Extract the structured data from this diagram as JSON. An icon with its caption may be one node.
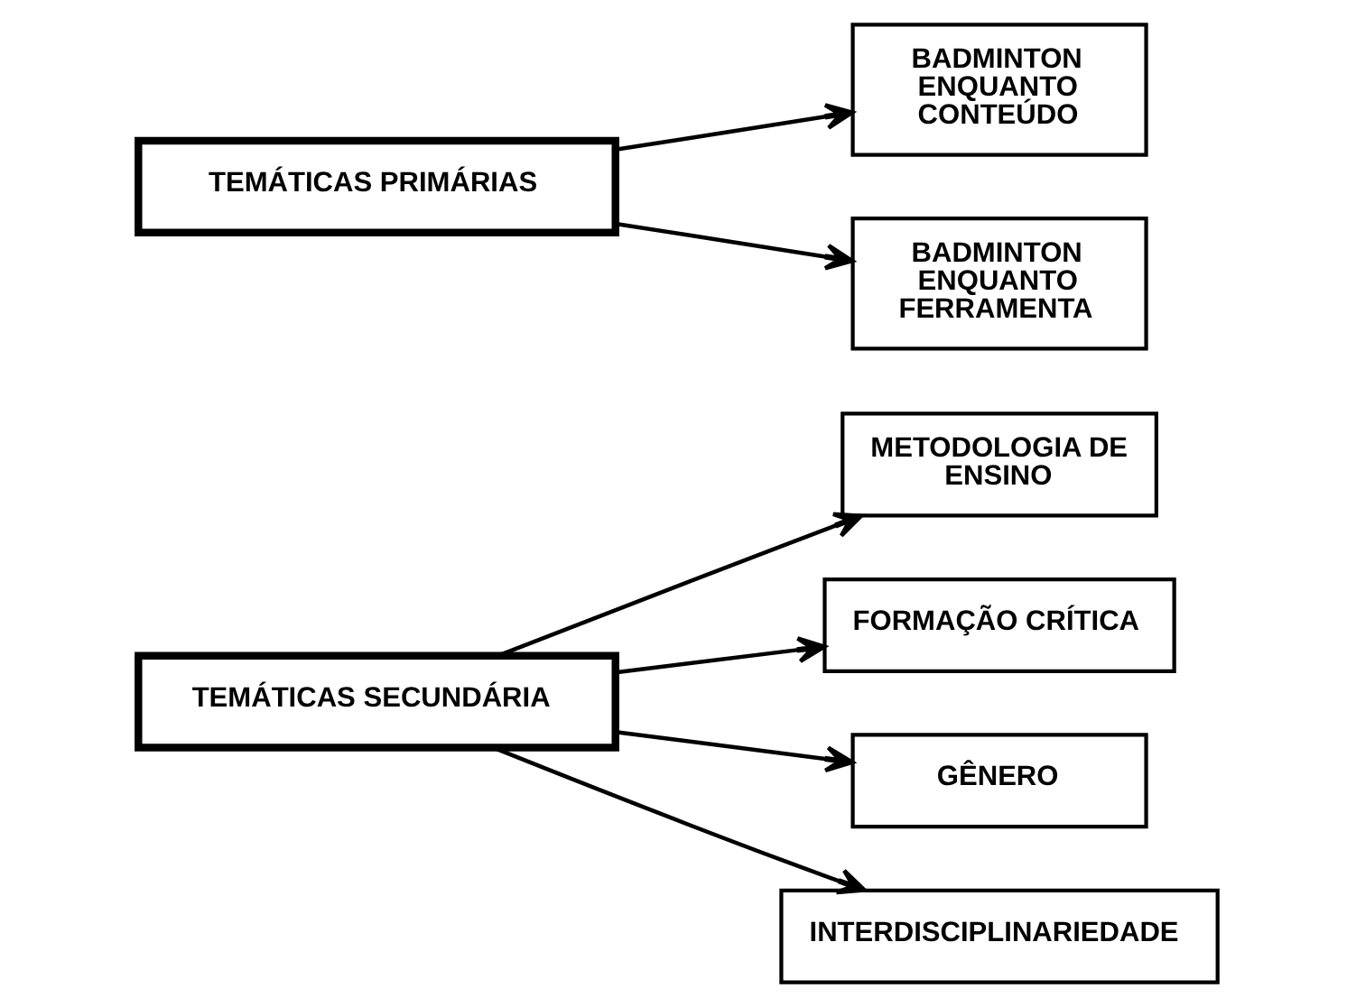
{
  "diagram": {
    "nodes": [
      {
        "text": [
          "TEMÁTICAS PRIMÁRIAS"
        ]
      },
      {
        "text": [
          "BADMINTON ENQUANTO CONTEÚDO"
        ]
      },
      {
        "text": [
          "BADMINTON ENQUANTO FERRAMENTA"
        ]
      },
      {
        "text": [
          "TEMÁTICAS SECUNDÁRIA"
        ]
      },
      {
        "text": [
          "METODOLOGIA DE ENSINO"
        ]
      },
      {
        "text": [
          "FORMAÇÃO CRÍTICA"
        ]
      },
      {
        "text": [
          "GÊNERO"
        ]
      },
      {
        "text": [
          "INTERDISCIPLINARIEDADE"
        ]
      }
    ],
    "edges": [
      {
        "from": 0,
        "to": 1,
        "arrow": "to"
      },
      {
        "from": 0,
        "to": 2,
        "arrow": "to"
      },
      {
        "from": 3,
        "to": 4,
        "arrow": "to"
      },
      {
        "from": 3,
        "to": 5,
        "arrow": "to"
      },
      {
        "from": 3,
        "to": 6,
        "arrow": "to"
      },
      {
        "from": 3,
        "to": 7,
        "arrow": "to"
      }
    ]
  }
}
